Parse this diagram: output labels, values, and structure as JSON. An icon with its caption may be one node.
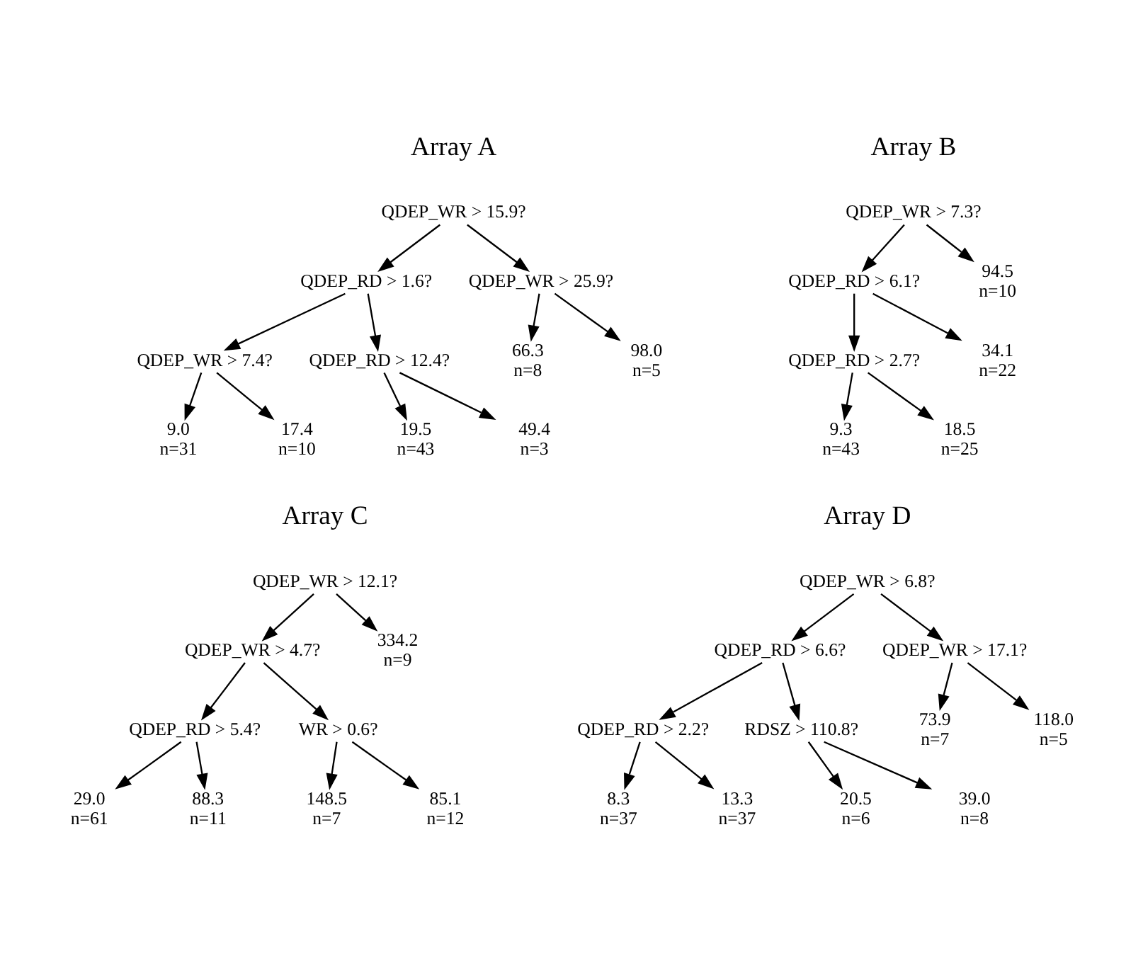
{
  "diagram": {
    "nodes": [
      {
        "text": [
          "QDEP_WR > 15.9?"
        ]
      },
      {
        "text": [
          "QDEP_RD > 1.6?"
        ]
      },
      {
        "text": [
          "QDEP_WR > 25.9?"
        ]
      },
      {
        "text": [
          "QDEP_WR > 7.4?"
        ]
      },
      {
        "text": [
          "QDEP_RD > 12.4?"
        ]
      },
      {
        "text": [
          "66.3",
          "n=8"
        ]
      },
      {
        "text": [
          "98.0",
          "n=5"
        ]
      },
      {
        "text": [
          "9.0",
          "n=31"
        ]
      },
      {
        "text": [
          "17.4",
          "n=10"
        ]
      },
      {
        "text": [
          "19.5",
          "n=43"
        ]
      },
      {
        "text": [
          "49.4",
          "n=3"
        ]
      },
      {
        "text": [
          "QDEP_WR > 7.3?"
        ]
      },
      {
        "text": [
          "QDEP_RD > 6.1?"
        ]
      },
      {
        "text": [
          "94.5",
          "n=10"
        ]
      },
      {
        "text": [
          "QDEP_RD > 2.7?"
        ]
      },
      {
        "text": [
          "34.1",
          "n=22"
        ]
      },
      {
        "text": [
          "9.3",
          "n=43"
        ]
      },
      {
        "text": [
          "18.5",
          "n=25"
        ]
      },
      {
        "text": [
          "QDEP_WR > 12.1?"
        ]
      },
      {
        "text": [
          "QDEP_WR > 4.7?"
        ]
      },
      {
        "text": [
          "334.2",
          "n=9"
        ]
      },
      {
        "text": [
          "QDEP_RD > 5.4?"
        ]
      },
      {
        "text": [
          "WR > 0.6?"
        ]
      },
      {
        "text": [
          "29.0",
          "n=61"
        ]
      },
      {
        "text": [
          "88.3",
          "n=11"
        ]
      },
      {
        "text": [
          "148.5",
          "n=7"
        ]
      },
      {
        "text": [
          "85.1",
          "n=12"
        ]
      },
      {
        "text": [
          "QDEP_WR > 6.8?"
        ]
      },
      {
        "text": [
          "QDEP_RD > 6.6?"
        ]
      },
      {
        "text": [
          "QDEP_WR > 17.1?"
        ]
      },
      {
        "text": [
          "QDEP_RD > 2.2?"
        ]
      },
      {
        "text": [
          "RDSZ > 110.8?"
        ]
      },
      {
        "text": [
          "73.9",
          "n=7"
        ]
      },
      {
        "text": [
          "118.0",
          "n=5"
        ]
      },
      {
        "text": [
          "8.3",
          "n=37"
        ]
      },
      {
        "text": [
          "13.3",
          "n=37"
        ]
      },
      {
        "text": [
          "20.5",
          "n=6"
        ]
      },
      {
        "text": [
          "39.0",
          "n=8"
        ]
      }
    ],
    "edges": [
      {
        "from": 0,
        "to": 1,
        "arrow": "to"
      },
      {
        "from": 0,
        "to": 2,
        "arrow": "to"
      },
      {
        "from": 1,
        "to": 3,
        "arrow": "to"
      },
      {
        "from": 1,
        "to": 4,
        "arrow": "to"
      },
      {
        "from": 2,
        "to": 5,
        "arrow": "to"
      },
      {
        "from": 2,
        "to": 6,
        "arrow": "to"
      },
      {
        "from": 3,
        "to": 7,
        "arrow": "to"
      },
      {
        "from": 3,
        "to": 8,
        "arrow": "to"
      },
      {
        "from": 4,
        "to": 9,
        "arrow": "to"
      },
      {
        "from": 4,
        "to": 10,
        "arrow": "to"
      },
      {
        "from": 11,
        "to": 12,
        "arrow": "to"
      },
      {
        "from": 11,
        "to": 13,
        "arrow": "to"
      },
      {
        "from": 12,
        "to": 14,
        "arrow": "to"
      },
      {
        "from": 12,
        "to": 15,
        "arrow": "to"
      },
      {
        "from": 14,
        "to": 16,
        "arrow": "to"
      },
      {
        "from": 14,
        "to": 17,
        "arrow": "to"
      },
      {
        "from": 18,
        "to": 19,
        "arrow": "to"
      },
      {
        "from": 18,
        "to": 20,
        "arrow": "to"
      },
      {
        "from": 19,
        "to": 21,
        "arrow": "to"
      },
      {
        "from": 19,
        "to": 22,
        "arrow": "to"
      },
      {
        "from": 21,
        "to": 23,
        "arrow": "to"
      },
      {
        "from": 21,
        "to": 24,
        "arrow": "to"
      },
      {
        "from": 22,
        "to": 25,
        "arrow": "to"
      },
      {
        "from": 22,
        "to": 26,
        "arrow": "to"
      },
      {
        "from": 27,
        "to": 28,
        "arrow": "to"
      },
      {
        "from": 27,
        "to": 29,
        "arrow": "to"
      },
      {
        "from": 28,
        "to": 30,
        "arrow": "to"
      },
      {
        "from": 28,
        "to": 31,
        "arrow": "to"
      },
      {
        "from": 29,
        "to": 32,
        "arrow": "to"
      },
      {
        "from": 29,
        "to": 33,
        "arrow": "to"
      },
      {
        "from": 30,
        "to": 34,
        "arrow": "to"
      },
      {
        "from": 30,
        "to": 35,
        "arrow": "to"
      },
      {
        "from": 31,
        "to": 36,
        "arrow": "to"
      },
      {
        "from": 31,
        "to": 37,
        "arrow": "to"
      }
    ],
    "labels": [
      "Array A",
      "Array B",
      "Array C",
      "Array D"
    ]
  }
}
